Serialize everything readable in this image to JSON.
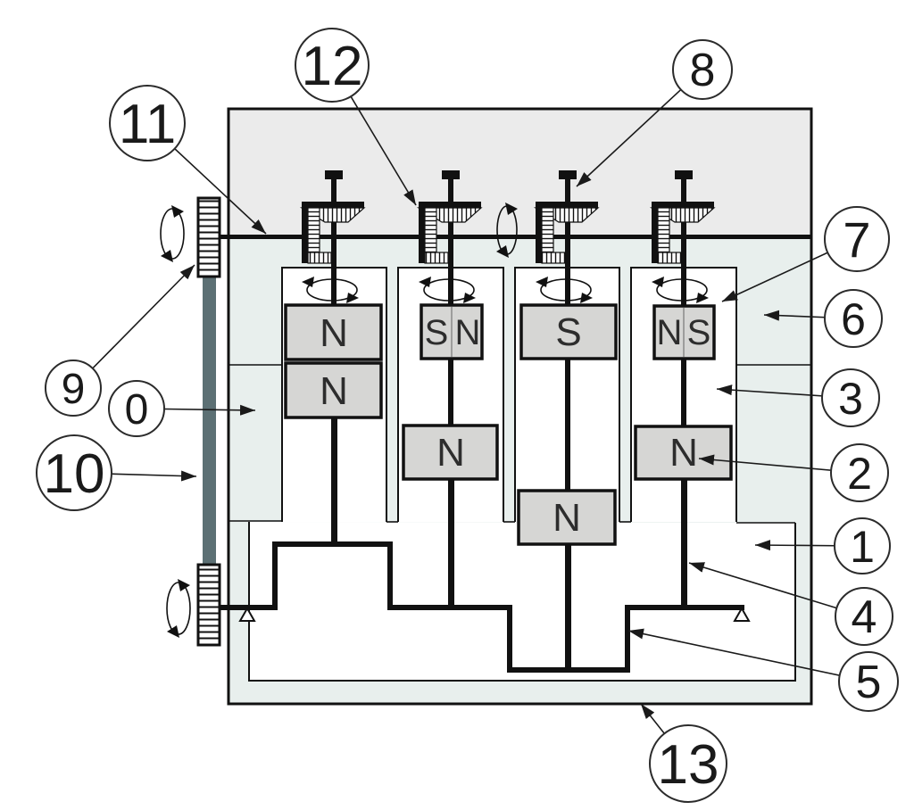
{
  "figure": {
    "callouts": {
      "n0": "0",
      "n1": "1",
      "n2": "2",
      "n3": "3",
      "n4": "4",
      "n5": "5",
      "n6": "6",
      "n7": "7",
      "n8": "8",
      "n9": "9",
      "n10": "10",
      "n11": "11",
      "n12": "12",
      "n13": "13"
    },
    "magnets": {
      "a1_top": "N",
      "a1_mid": "N",
      "a2_top_left": "S",
      "a2_top_right": "N",
      "a2_mid": "N",
      "a3_top": "S",
      "a3_mid": "N",
      "a4_top_left": "N",
      "a4_top_right": "S",
      "a4_mid": "N"
    },
    "colors": {
      "top_cover": "#ebebeb",
      "vessel_wall": "#e8efed",
      "chamber": "#ffffff",
      "magnet_fill": "#d6d6d4",
      "belt": "#5c7074",
      "line": "#111111",
      "callout_stroke": "#2b2b2b"
    }
  }
}
